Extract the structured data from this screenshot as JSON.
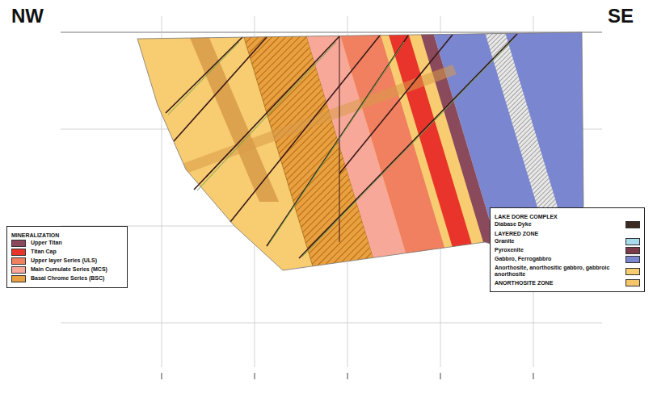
{
  "diagram": {
    "labels": [
      "NW",
      "SE",
      "MINERALIZATION",
      "LAKE DORE COMPLEX",
      "LAYERED ZONE"
    ],
    "legend": [
      {
        "text": "Upper Titan",
        "color": "#8b4a5c"
      },
      {
        "text": "Titan Cap",
        "color": "#e8342a"
      },
      {
        "text": "Upper layer Series (ULS)",
        "color": "#f08060"
      },
      {
        "text": "Main Cumulate Series (MCS)",
        "color": "#f7a898"
      },
      {
        "text": "Basal Chrome Series (BSC)",
        "color": "#e8a040"
      },
      {
        "text": "Diabase Dyke",
        "color": "#3a2a20"
      },
      {
        "text": "Granite",
        "color": "#a8dcec"
      },
      {
        "text": "Pyroxenite",
        "color": "#7a3a4a"
      },
      {
        "text": "Gabbro, Ferrogabbro",
        "color": "#7a86d0"
      },
      {
        "text": "Anorthosite, anorthositic gabbro, gabbroic anorthosite",
        "color": "#f8cc70"
      },
      {
        "text": "ANORTHOSITE ZONE",
        "color": "#f5c66a"
      }
    ]
  }
}
